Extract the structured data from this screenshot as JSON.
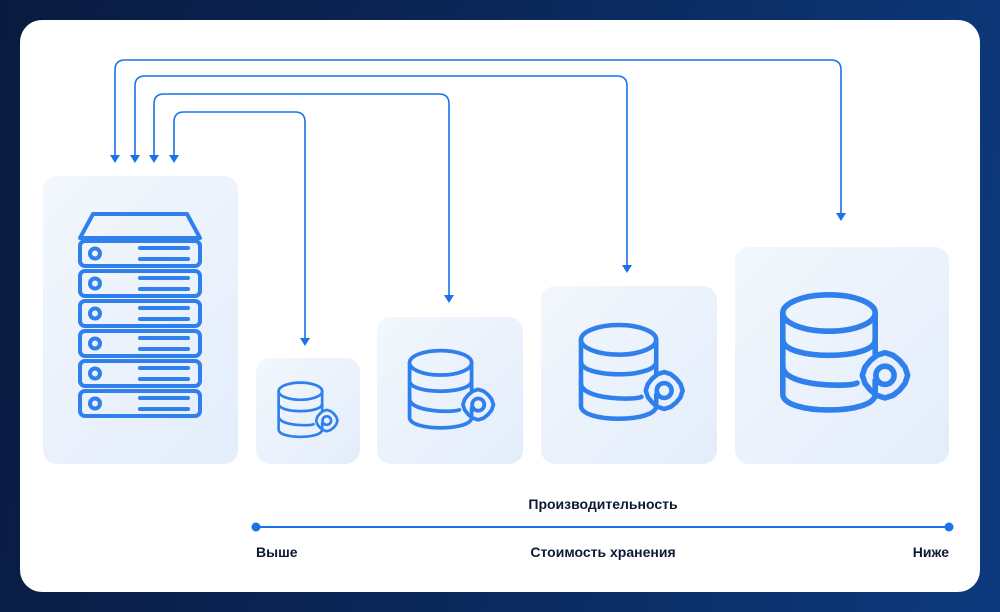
{
  "accent_color": "#1a73e8",
  "icon_color": "#2f80ed",
  "nodes": [
    {
      "icon": "server-rack-icon"
    },
    {
      "icon": "database-gear-icon"
    },
    {
      "icon": "database-gear-icon"
    },
    {
      "icon": "database-gear-icon"
    },
    {
      "icon": "database-gear-icon"
    }
  ],
  "scale": {
    "top_label": "Производительность",
    "bottom_label": "Стоимость хранения",
    "left_label": "Выше",
    "right_label": "Ниже"
  }
}
